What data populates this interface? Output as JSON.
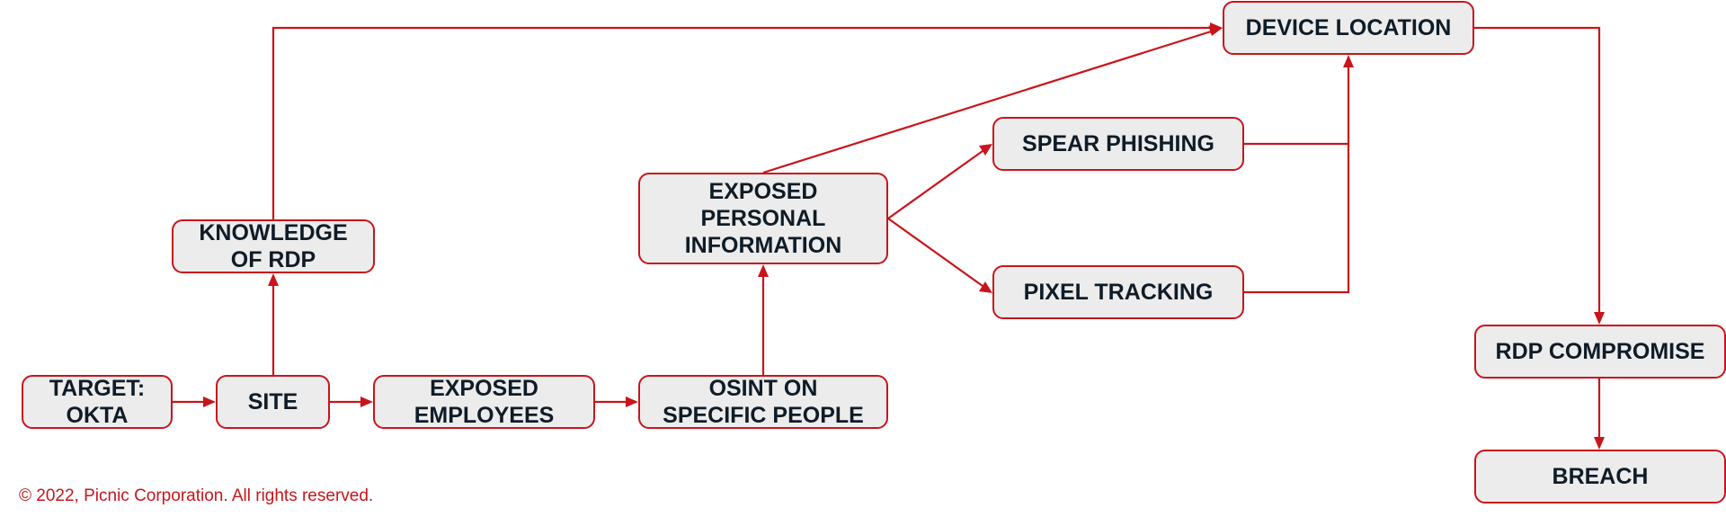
{
  "diagram": {
    "colors": {
      "stroke": "#c8151b",
      "node_fill": "#ececed",
      "text": "#0f1c27",
      "footer": "#c8151b"
    },
    "nodes": {
      "target": "TARGET:\nOKTA",
      "site": "SITE",
      "exposed_employees": "EXPOSED\nEMPLOYEES",
      "osint": "OSINT ON\nSPECIFIC PEOPLE",
      "knowledge_rdp": "KNOWLEDGE\nOF RDP",
      "exposed_personal_info": "EXPOSED\nPERSONAL\nINFORMATION",
      "spear_phishing": "SPEAR PHISHING",
      "pixel_tracking": "PIXEL TRACKING",
      "device_location": "DEVICE LOCATION",
      "rdp_compromise": "RDP COMPROMISE",
      "breach": "BREACH"
    },
    "edges": [
      {
        "from": "target",
        "to": "site"
      },
      {
        "from": "site",
        "to": "exposed_employees"
      },
      {
        "from": "exposed_employees",
        "to": "osint"
      },
      {
        "from": "site",
        "to": "knowledge_rdp"
      },
      {
        "from": "osint",
        "to": "exposed_personal_info"
      },
      {
        "from": "knowledge_rdp",
        "to": "device_location"
      },
      {
        "from": "exposed_personal_info",
        "to": "device_location"
      },
      {
        "from": "exposed_personal_info",
        "to": "spear_phishing"
      },
      {
        "from": "exposed_personal_info",
        "to": "pixel_tracking"
      },
      {
        "from": "spear_phishing",
        "to": "device_location"
      },
      {
        "from": "pixel_tracking",
        "to": "device_location"
      },
      {
        "from": "device_location",
        "to": "rdp_compromise"
      },
      {
        "from": "rdp_compromise",
        "to": "breach"
      }
    ]
  },
  "footer": {
    "copyright": "© 2022, Picnic Corporation. All rights reserved."
  }
}
